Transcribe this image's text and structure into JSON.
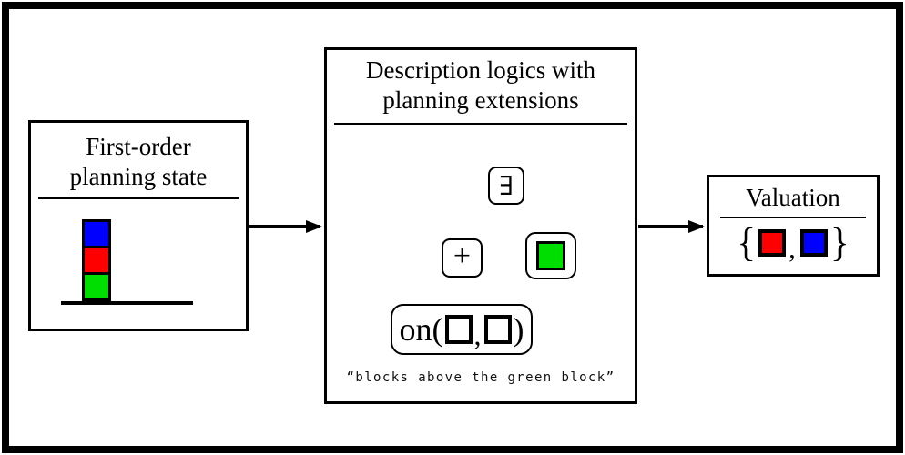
{
  "diagram": {
    "left_box": {
      "title_line1": "First-order",
      "title_line2": "planning state",
      "blocks_top_to_bottom": [
        "blue",
        "red",
        "green"
      ]
    },
    "middle_box": {
      "title_line1": "Description logics with",
      "title_line2": "planning extensions",
      "tree": {
        "root_symbol": "∃",
        "sum_symbol": "+",
        "leaf_block_color": "green",
        "on_prefix": "on(",
        "on_comma": ",",
        "on_suffix": ")"
      },
      "caption": "“blocks above the green block”"
    },
    "right_box": {
      "title": "Valuation",
      "brace_open": "{",
      "comma": ",",
      "brace_close": "}",
      "set_blocks": [
        "red",
        "blue"
      ]
    },
    "colors": {
      "red": "#ff0000",
      "green": "#00dd00",
      "blue": "#0000ff",
      "outline": "#000000"
    }
  }
}
